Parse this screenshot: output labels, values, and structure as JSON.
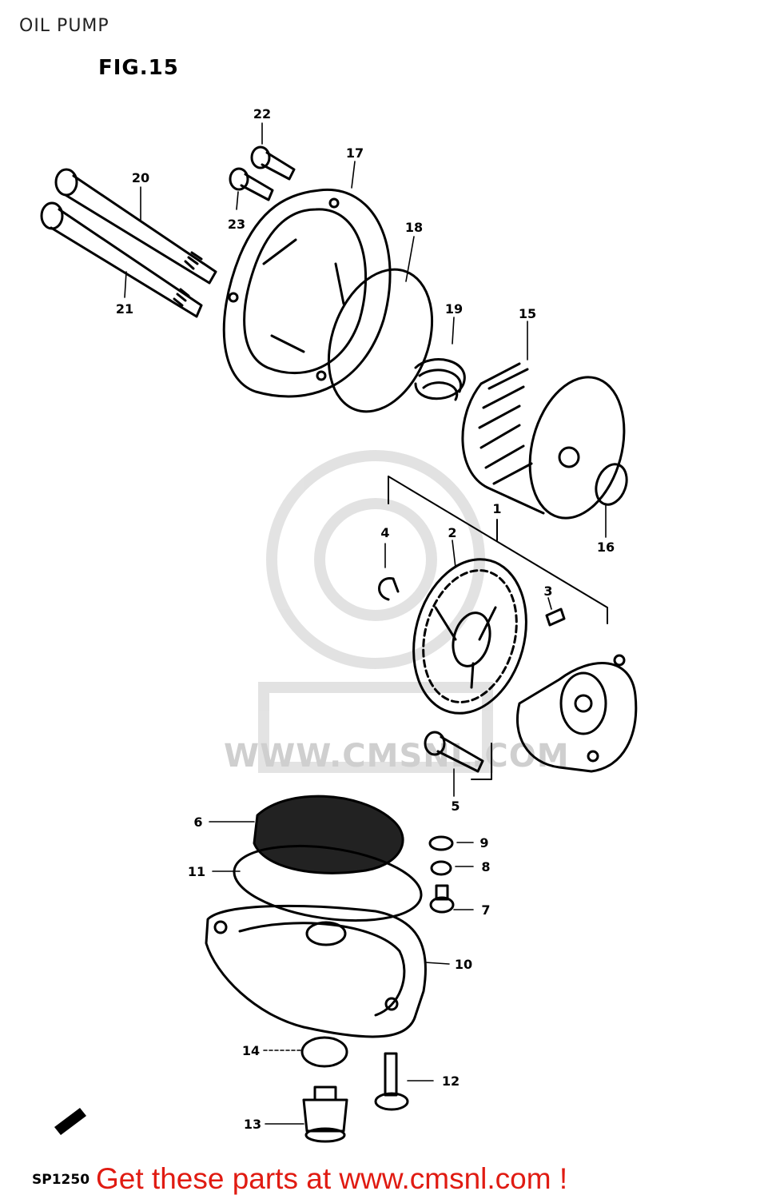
{
  "header": {
    "title": "OIL PUMP"
  },
  "figure": {
    "label": "FIG.15",
    "code": "SP1250"
  },
  "watermark": {
    "text": "WWW.CMSNL.COM",
    "color": "#cfcfcf"
  },
  "footer": {
    "promo_text": "Get these parts at www.cmsnl.com !",
    "promo_color": "#e01b12"
  },
  "callouts": {
    "n1": "1",
    "n2": "2",
    "n3": "3",
    "n4": "4",
    "n5": "5",
    "n6": "6",
    "n7": "7",
    "n8": "8",
    "n9": "9",
    "n10": "10",
    "n11": "11",
    "n12": "12",
    "n13": "13",
    "n14": "14",
    "n15": "15",
    "n16": "16",
    "n17": "17",
    "n18": "18",
    "n19": "19",
    "n20": "20",
    "n21": "21",
    "n22": "22",
    "n23": "23"
  }
}
